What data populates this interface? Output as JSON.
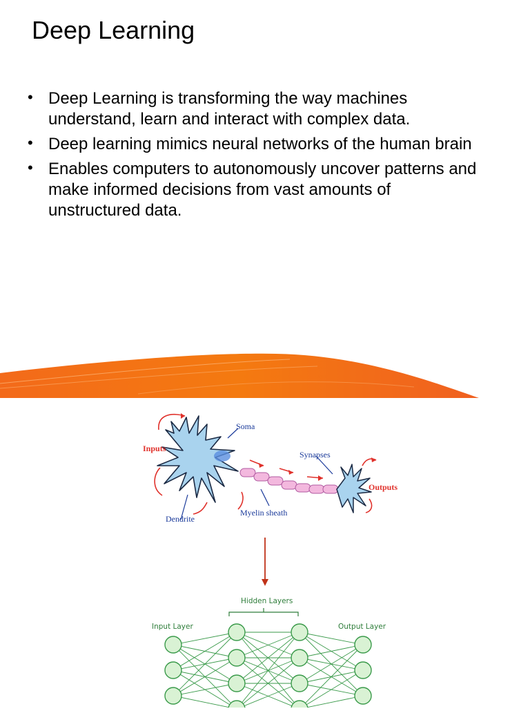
{
  "slide": {
    "title": "Deep Learning",
    "bullets": [
      "Deep Learning is transforming the way machines understand, learn and interact with complex data.",
      "Deep learning mimics neural networks of the human brain",
      "Enables computers to autonomously uncover patterns and make informed decisions from vast amounts of unstructured data."
    ],
    "bullet_glyph": "•"
  },
  "neuron_diagram": {
    "inputs": "Inputs",
    "soma": "Soma",
    "synapses": "Synapses",
    "outputs": "Outputs",
    "dendrite": "Dendrite",
    "myelin": "Myelin sheath"
  },
  "network_diagram": {
    "hidden": "Hidden Layers",
    "input": "Input Layer",
    "output": "Output Layer"
  },
  "colors": {
    "accent_orange": "#f06a12",
    "neuron_blue": "#a9d3ee",
    "label_red": "#e0312b",
    "label_blue": "#1a3a9a",
    "network_green": "#2e7d3a"
  }
}
